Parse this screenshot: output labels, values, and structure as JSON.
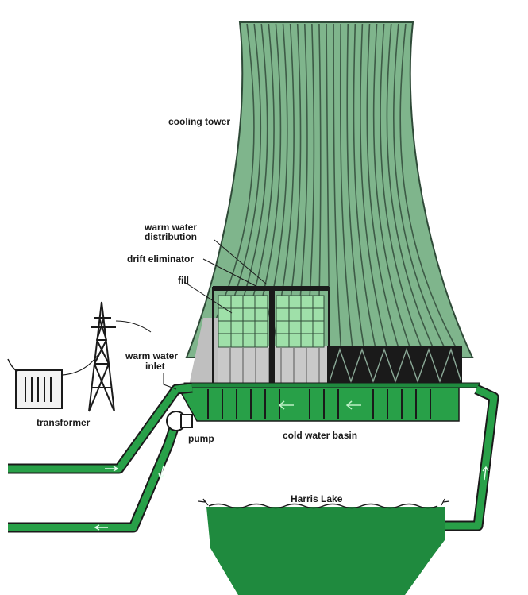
{
  "labels": {
    "cooling_tower": "cooling tower",
    "warm_water_distribution_1": "warm water",
    "warm_water_distribution_2": "distribution",
    "drift_eliminator": "drift eliminator",
    "fill": "fill",
    "warm_water_inlet_1": "warm water",
    "warm_water_inlet_2": "inlet",
    "transformer": "transformer",
    "pump": "pump",
    "cold_water_basin": "cold water basin",
    "lake": "Harris Lake"
  },
  "colors": {
    "tower_green": "#7fb58c",
    "tower_line": "#3d5a46",
    "water_green": "#1f8a3e",
    "light_green": "#8fdc9c",
    "fill_green": "#9fe0a9",
    "dark": "#1a1a1a",
    "gray": "#c9c9c9"
  }
}
